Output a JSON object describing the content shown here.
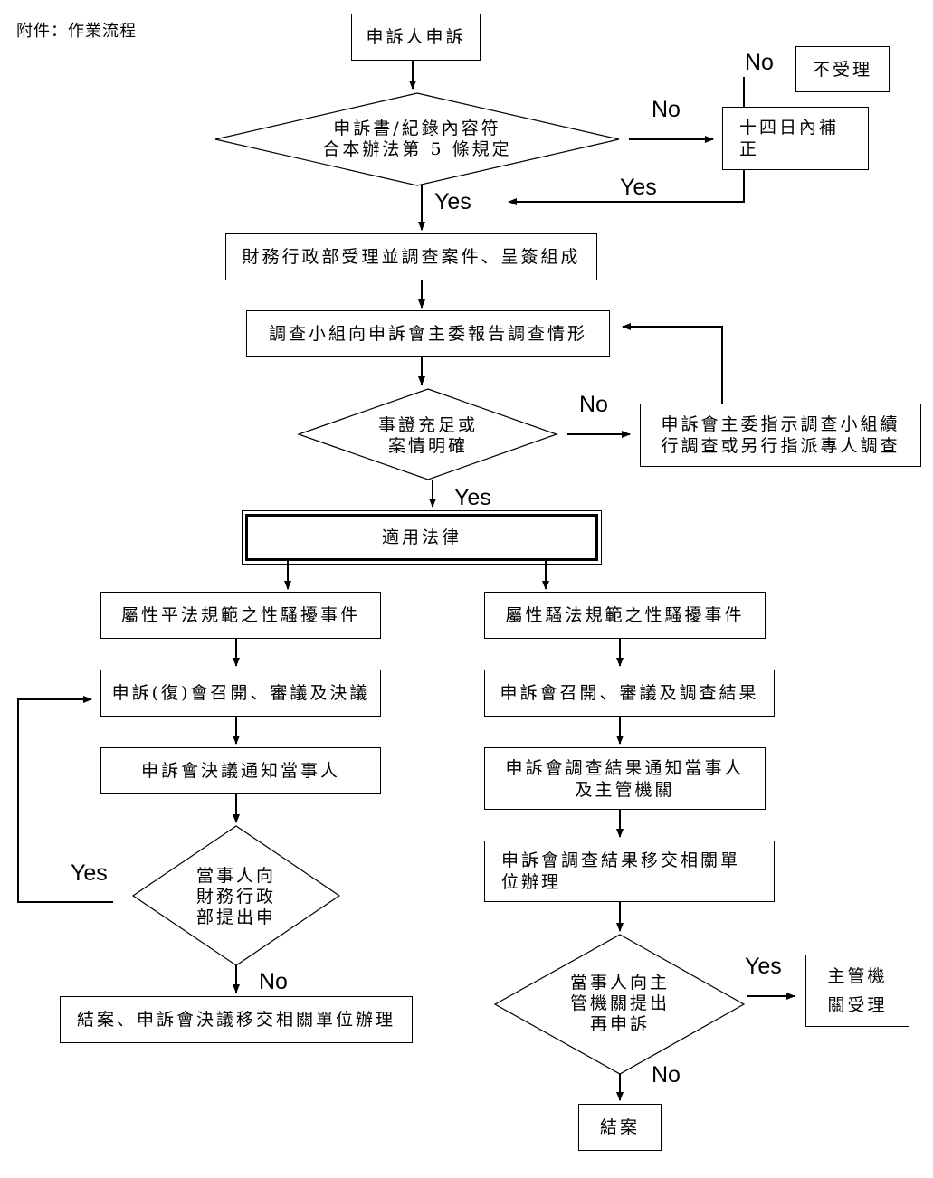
{
  "header": "附件：作業流程",
  "nodes": {
    "start": "申訴人申訴",
    "check_line1": "申訴書/紀錄內容符",
    "check_line2": "合本辦法第 5 條規定",
    "reject": "不受理",
    "supplement_line1": "十四日內補",
    "supplement_line2": "正",
    "accept": "財務行政部受理並調查案件、呈簽組成",
    "report": "調查小組向申訴會主委報告調查情形",
    "evidence_line1": "事證充足或",
    "evidence_line2": "案情明確",
    "continue_line1": "申訴會主委指示調查小組續",
    "continue_line2": "行調查或另行指派專人調查",
    "law": "適用法律",
    "gender_equality": "屬性平法規範之性騷擾事件",
    "harassment_act": "屬性騷法規範之性騷擾事件",
    "left_meeting": "申訴(復)會召開、審議及決議",
    "left_notify": "申訴會決議通知當事人",
    "appeal_line1": "當事人向",
    "appeal_line2": "財務行政",
    "appeal_line3": "部提出申",
    "left_close": "結案、申訴會決議移交相關單位辦理",
    "right_meeting": "申訴會召開、審議及調查結果",
    "right_notify_line1": "申訴會調查結果通知當事人",
    "right_notify_line2": "及主管機關",
    "right_transfer_line1": "申訴會調查結果移交相關單",
    "right_transfer_line2": "位辦理",
    "reappeal_line1": "當事人向主",
    "reappeal_line2": "管機關提出",
    "reappeal_line3": "再申訴",
    "authority_line1": "主管機",
    "authority_line2": "關受理",
    "close": "結案"
  },
  "labels": {
    "no": "No",
    "yes": "Yes"
  }
}
